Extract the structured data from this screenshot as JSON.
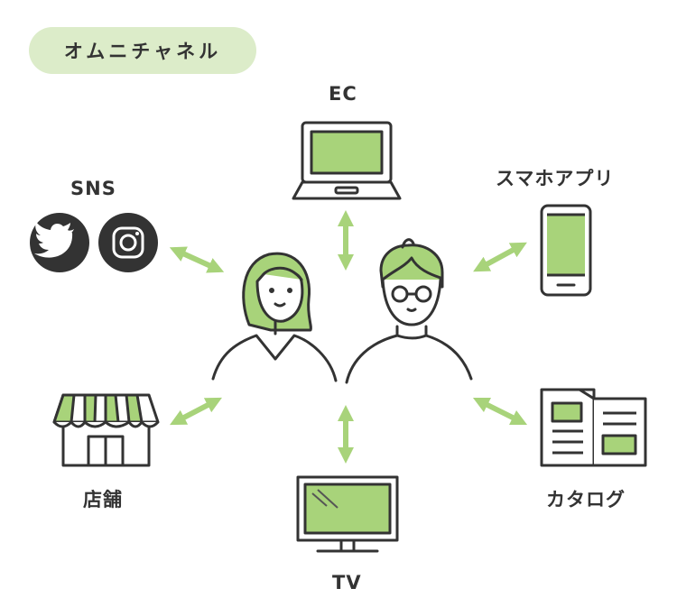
{
  "title": "オムニチャネル",
  "channels": {
    "ec": "EC",
    "sns": "SNS",
    "app": "スマホアプリ",
    "store": "店舗",
    "catalog": "カタログ",
    "tv": "TV"
  },
  "colors": {
    "accent": "#a8d37a",
    "badge_bg": "#dcecc9",
    "stroke": "#333333",
    "arrow": "#a8d37a"
  },
  "icons": [
    "laptop-icon",
    "twitter-icon",
    "instagram-icon",
    "smartphone-icon",
    "store-icon",
    "catalog-icon",
    "tv-icon",
    "woman-figure",
    "man-figure"
  ]
}
